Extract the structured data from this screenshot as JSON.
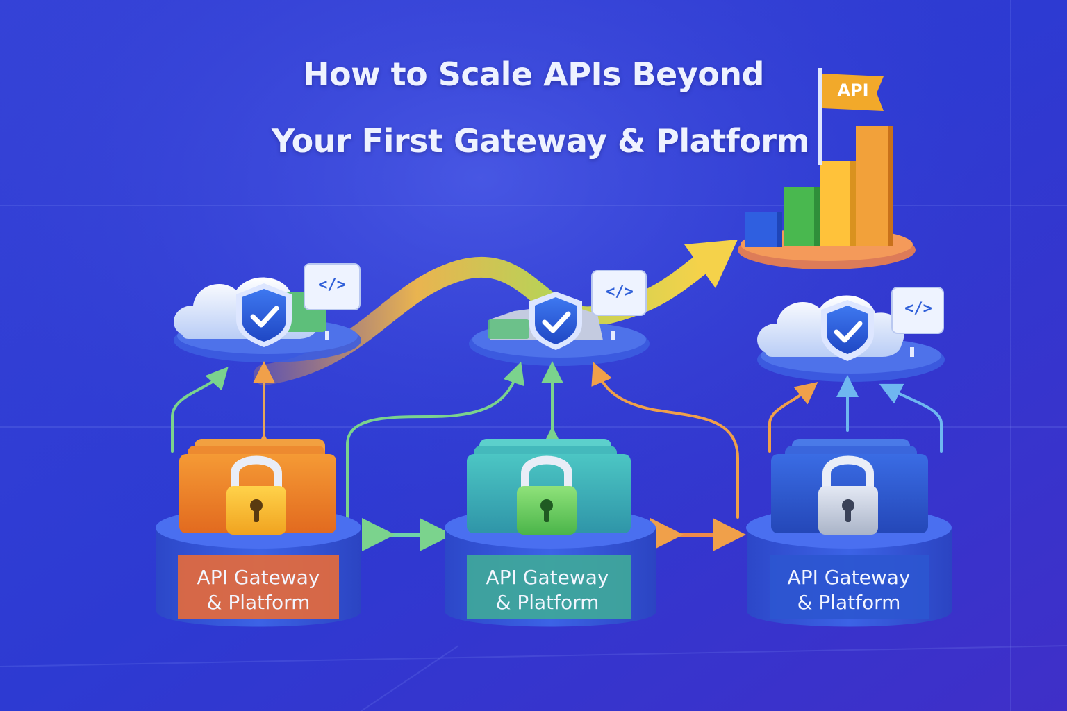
{
  "title": {
    "line1": "How to Scale APIs Beyond",
    "line2": "Your First Gateway & Platform"
  },
  "flag": {
    "label": "API"
  },
  "colors": {
    "background": "#2f3fd6",
    "accent_orange": "#f08a2a",
    "accent_teal": "#3fb7b8",
    "accent_blue": "#2b58d6",
    "arrow_gold": "#f2c94c",
    "arrow_green": "#6fd38a"
  },
  "clouds": [
    {
      "icon": "shield-check-icon",
      "badge": "</>"
    },
    {
      "icon": "shield-check-icon",
      "badge": "</>"
    },
    {
      "icon": "shield-check-icon",
      "badge": "</>"
    }
  ],
  "gateways": [
    {
      "label_line1": "API Gateway",
      "label_line2": "& Platform",
      "icon": "padlock-icon"
    },
    {
      "label_line1": "API Gateway",
      "label_line2": "& Platform",
      "icon": "padlock-icon"
    },
    {
      "label_line1": "API Gateway",
      "label_line2": "& Platform",
      "icon": "padlock-icon"
    }
  ]
}
